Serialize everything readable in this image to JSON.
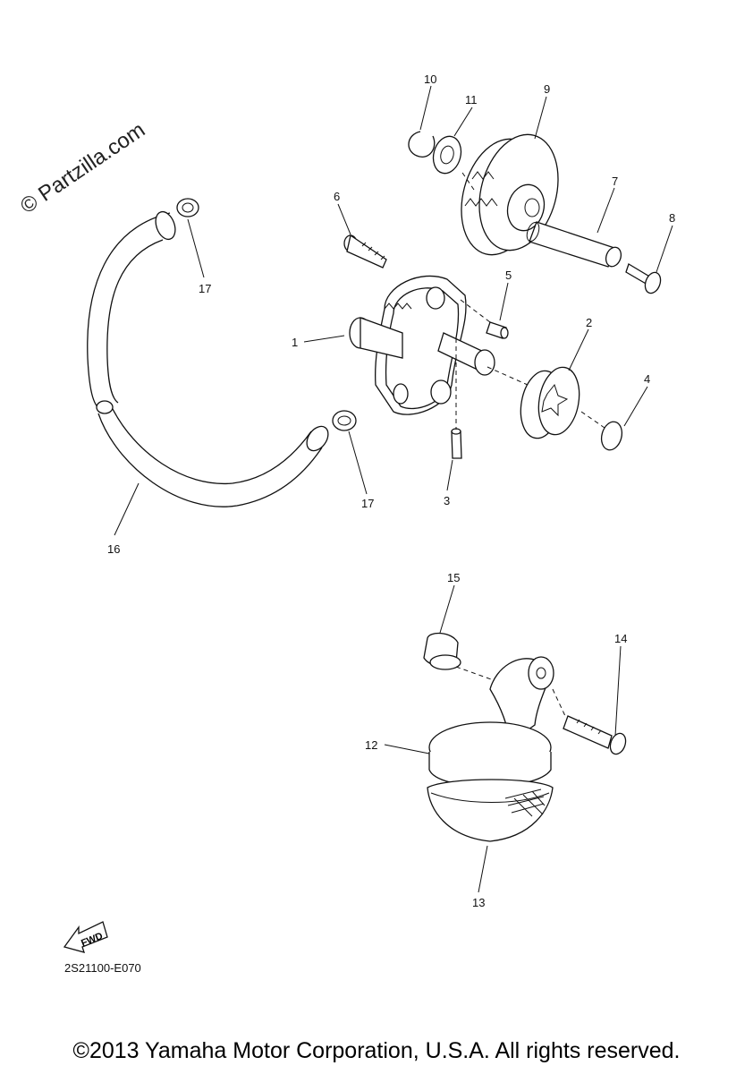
{
  "watermark": "© Partzilla.com",
  "diagram_code": "2S21100-E070",
  "fwd_label": "FWD",
  "copyright": "©2013 Yamaha Motor Corporation, U.S.A. All rights reserved.",
  "callouts": {
    "c1": "1",
    "c2": "2",
    "c3": "3",
    "c4": "4",
    "c5": "5",
    "c6": "6",
    "c7": "7",
    "c8": "8",
    "c9": "9",
    "c10": "10",
    "c11": "11",
    "c12": "12",
    "c13": "13",
    "c14": "14",
    "c15": "15",
    "c16": "16",
    "c17a": "17",
    "c17b": "17"
  }
}
